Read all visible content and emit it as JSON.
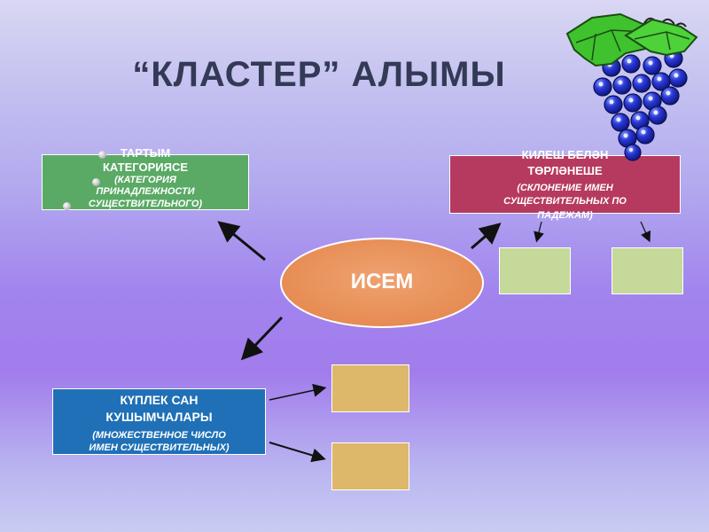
{
  "title": "“КЛАСТЕР” АЛЫМЫ",
  "center": {
    "label": "ИСЕМ"
  },
  "tartym": {
    "line1": "ТАРТЫМ",
    "line2": "КАТЕГОРИЯСЕ",
    "line3": "(КАТЕГОРИЯ",
    "line4": "ПРИНАДЛЕЖНОСТИ",
    "line5": "СУЩЕСТВИТЕЛЬНОГО)"
  },
  "kilesh": {
    "line1": "КИЛЕШ БЕЛӘН",
    "line2": "ТӨРЛӘНЕШЕ",
    "line3": "(СКЛОНЕНИЕ ИМЕН",
    "line4": "СУЩЕСТВИТЕЛЬНЫХ ПО",
    "line5": "ПАДЕЖАМ)"
  },
  "kuplek": {
    "line1": "КҮПЛЕК САН",
    "line2": "КУШЫМЧАЛАРЫ",
    "line3": "(МНОЖЕСТВЕННОЕ ЧИСЛО",
    "line4": "ИМЕН СУЩЕСТВИТЕЛЬНЫХ)"
  },
  "colors": {
    "tartym_box": "#5aaa65",
    "kilesh_box": "#b63a5f",
    "kuplek_box": "#1f70b6",
    "center_ellipse": "#e9905e",
    "empty_green": "#c5d99b",
    "empty_tan": "#ddb76a"
  },
  "decoration": "grapes-clipart"
}
